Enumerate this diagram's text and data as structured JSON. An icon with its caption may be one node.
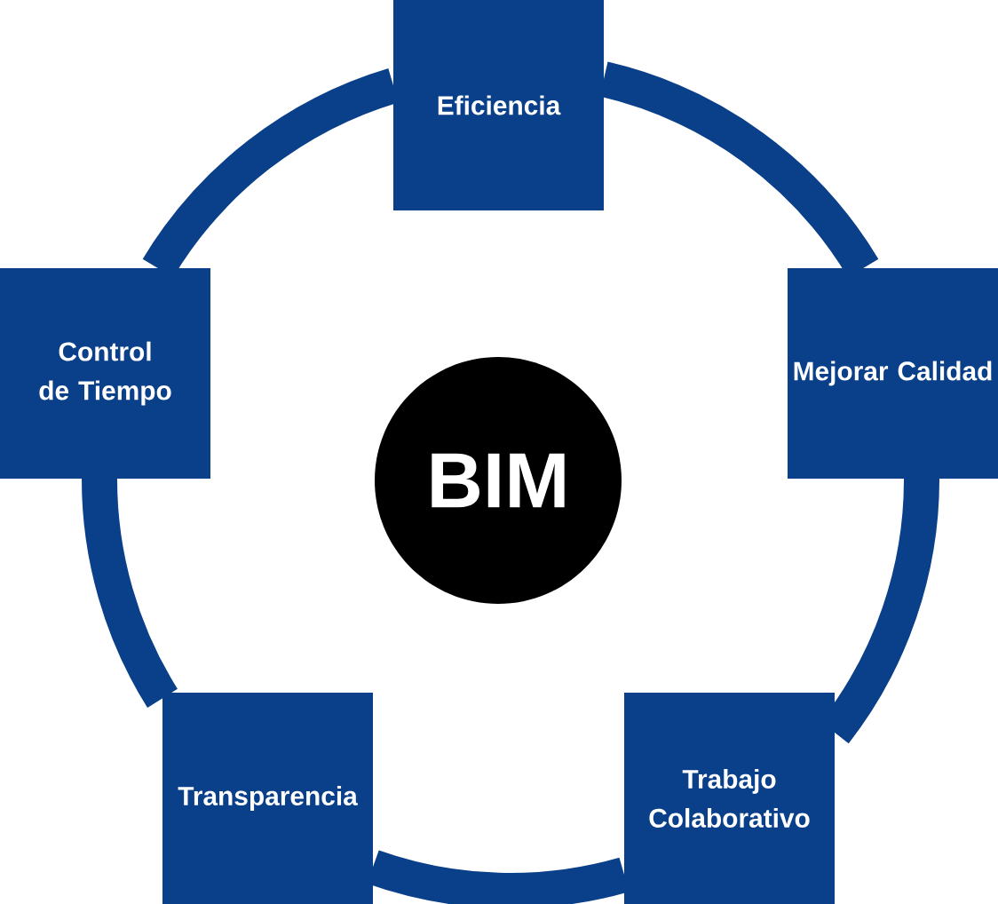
{
  "diagram": {
    "nodes": [
      {
        "text": [
          "Eficiencia"
        ]
      },
      {
        "text": [
          "Mejorar Calidad"
        ]
      },
      {
        "text": [
          "Trabajo Colaborativo"
        ]
      },
      {
        "text": [
          "Transparencia"
        ]
      },
      {
        "text": [
          "Control de Tiempo"
        ]
      },
      {
        "text": [
          "BIM"
        ]
      }
    ],
    "edges": [
      {
        "from": 0,
        "to": 1,
        "arrow": "none"
      },
      {
        "from": 1,
        "to": 2,
        "arrow": "none"
      },
      {
        "from": 2,
        "to": 3,
        "arrow": "none"
      },
      {
        "from": 3,
        "to": 4,
        "arrow": "none"
      },
      {
        "from": 4,
        "to": 0,
        "arrow": "none"
      }
    ]
  }
}
